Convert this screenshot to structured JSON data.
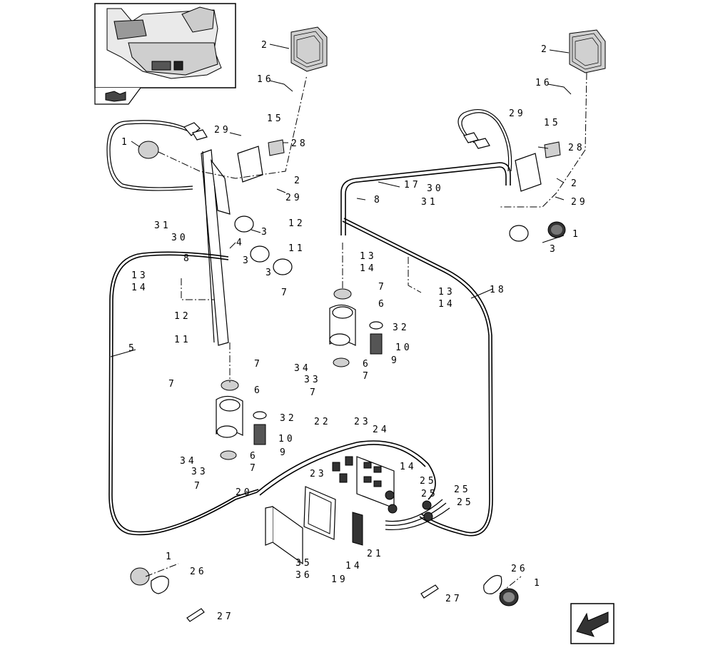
{
  "diagram": {
    "part_labels": {
      "p1a": "1",
      "p1b": "1",
      "p1c": "1",
      "p1d": "1",
      "p2a": "2",
      "p2b": "2",
      "p2c": "2",
      "p2d": "2",
      "p3a": "3",
      "p3b": "3",
      "p3c": "3",
      "p3d": "3",
      "p4": "4",
      "p5": "5",
      "p6a": "6",
      "p6b": "6",
      "p6c": "6",
      "p6d": "6",
      "p7a": "7",
      "p7b": "7",
      "p7c": "7",
      "p7d": "7",
      "p7e": "7",
      "p7f": "7",
      "p7g": "7",
      "p8a": "8",
      "p8b": "8",
      "p9a": "9",
      "p9b": "9",
      "p10a": "10",
      "p10b": "10",
      "p11a": "11",
      "p11b": "11",
      "p12a": "12",
      "p12b": "12",
      "p13a": "13",
      "p13b": "13",
      "p13c": "13",
      "p14a": "14",
      "p14b": "14",
      "p14c": "14",
      "p14d": "14",
      "p14e": "14",
      "p15a": "15",
      "p15b": "15",
      "p16a": "16",
      "p16b": "16",
      "p17": "17",
      "p18": "18",
      "p19": "19",
      "p20": "20",
      "p21": "21",
      "p22": "22",
      "p23a": "23",
      "p23b": "23",
      "p24": "24",
      "p25a": "25",
      "p25b": "25",
      "p25c": "25",
      "p25d": "25",
      "p26a": "26",
      "p26b": "26",
      "p27a": "27",
      "p27b": "27",
      "p28a": "28",
      "p28b": "28",
      "p29a": "29",
      "p29b": "29",
      "p29c": "29",
      "p29d": "29",
      "p30a": "30",
      "p30b": "30",
      "p31a": "31",
      "p31b": "31",
      "p32a": "32",
      "p32b": "32",
      "p33a": "33",
      "p33b": "33",
      "p34a": "34",
      "p34b": "34",
      "p35": "35",
      "p36": "36"
    }
  }
}
